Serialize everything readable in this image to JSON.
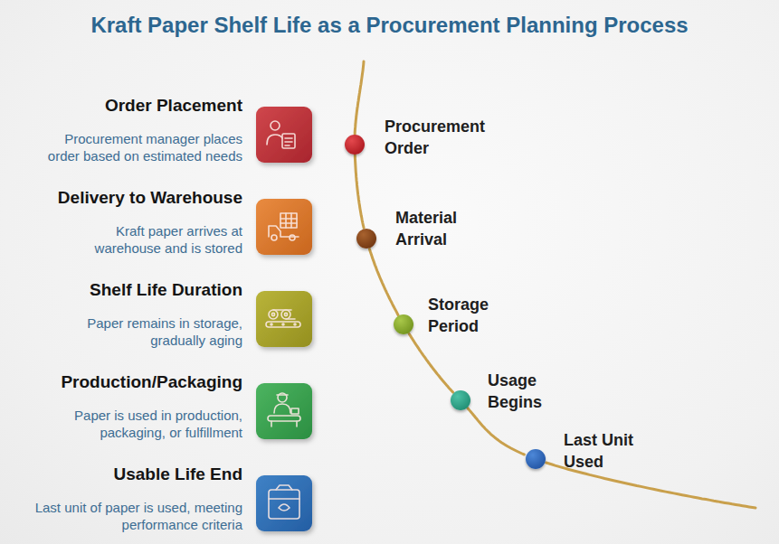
{
  "diagram": {
    "title": "Kraft Paper Shelf Life as a Procurement Planning Process",
    "nodes": [
      {
        "text": [
          "Procurement Order"
        ]
      },
      {
        "text": [
          "Material Arrival"
        ]
      },
      {
        "text": [
          "Storage Period"
        ]
      },
      {
        "text": [
          "Usage Begins"
        ]
      },
      {
        "text": [
          "Last Unit Used"
        ]
      }
    ],
    "edges": [
      {
        "from": 0,
        "to": 1,
        "arrow": "none"
      },
      {
        "from": 1,
        "to": 2,
        "arrow": "none"
      },
      {
        "from": 2,
        "to": 3,
        "arrow": "none"
      },
      {
        "from": 3,
        "to": 4,
        "arrow": "none"
      }
    ],
    "labels": [
      "Order Placement",
      "Procurement manager places order based on estimated needs",
      "Delivery to Warehouse",
      "Kraft paper arrives at warehouse and is stored",
      "Shelf Life Duration",
      "Paper remains in storage, gradually aging",
      "Production/Packaging",
      "Paper is used in production, packaging, or fulfillment",
      "Usable Life End",
      "Last unit of paper is used, meeting performance criteria"
    ]
  }
}
